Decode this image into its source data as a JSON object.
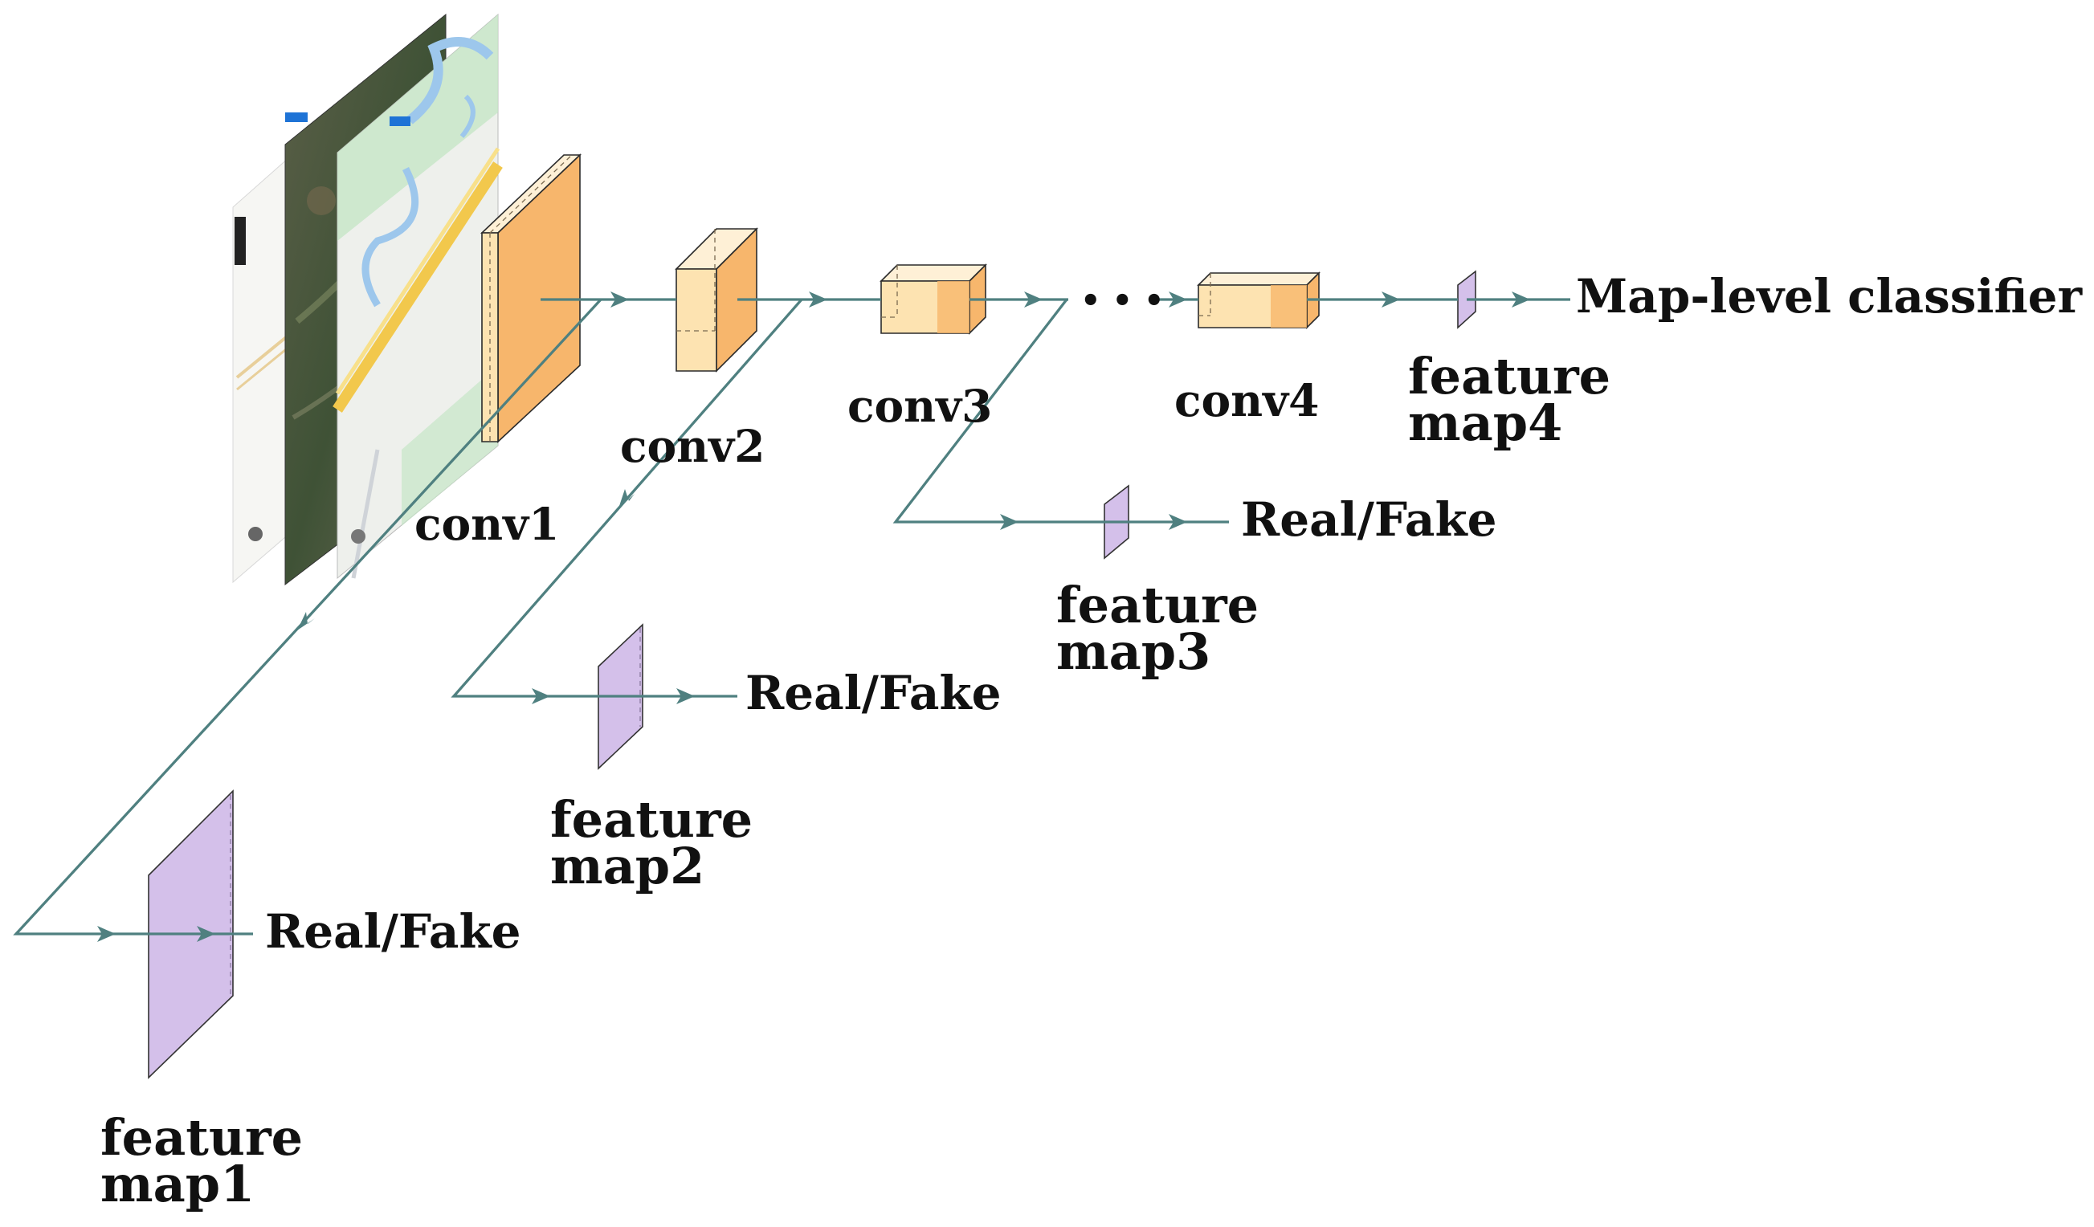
{
  "layers": [
    {
      "id": "conv1",
      "label": "conv1"
    },
    {
      "id": "conv2",
      "label": "conv2"
    },
    {
      "id": "conv3",
      "label": "conv3"
    },
    {
      "id": "conv4",
      "label": "conv4"
    }
  ],
  "ellipsis": "• • •",
  "feature_maps": [
    {
      "id": "fm1",
      "line1": "feature",
      "line2": "map1"
    },
    {
      "id": "fm2",
      "line1": "feature",
      "line2": "map2"
    },
    {
      "id": "fm3",
      "line1": "feature",
      "line2": "map3"
    },
    {
      "id": "fm4",
      "line1": "feature",
      "line2": "map4"
    }
  ],
  "outputs": {
    "branch1": "Real/Fake",
    "branch2": "Real/Fake",
    "branch3": "Real/Fake",
    "main": "Map-level classifier"
  },
  "input_images": [
    {
      "id": "image-a",
      "kind": "map-text-panel"
    },
    {
      "id": "image-b",
      "kind": "satellite-tile"
    },
    {
      "id": "image-c",
      "kind": "street-map-tile"
    }
  ],
  "colors": {
    "flow": "#4f8080",
    "conv_front": "#fde3b1",
    "conv_side": "#f7b66c",
    "conv_top": "#fef0d6",
    "feature_map": "#d4c0ea"
  }
}
